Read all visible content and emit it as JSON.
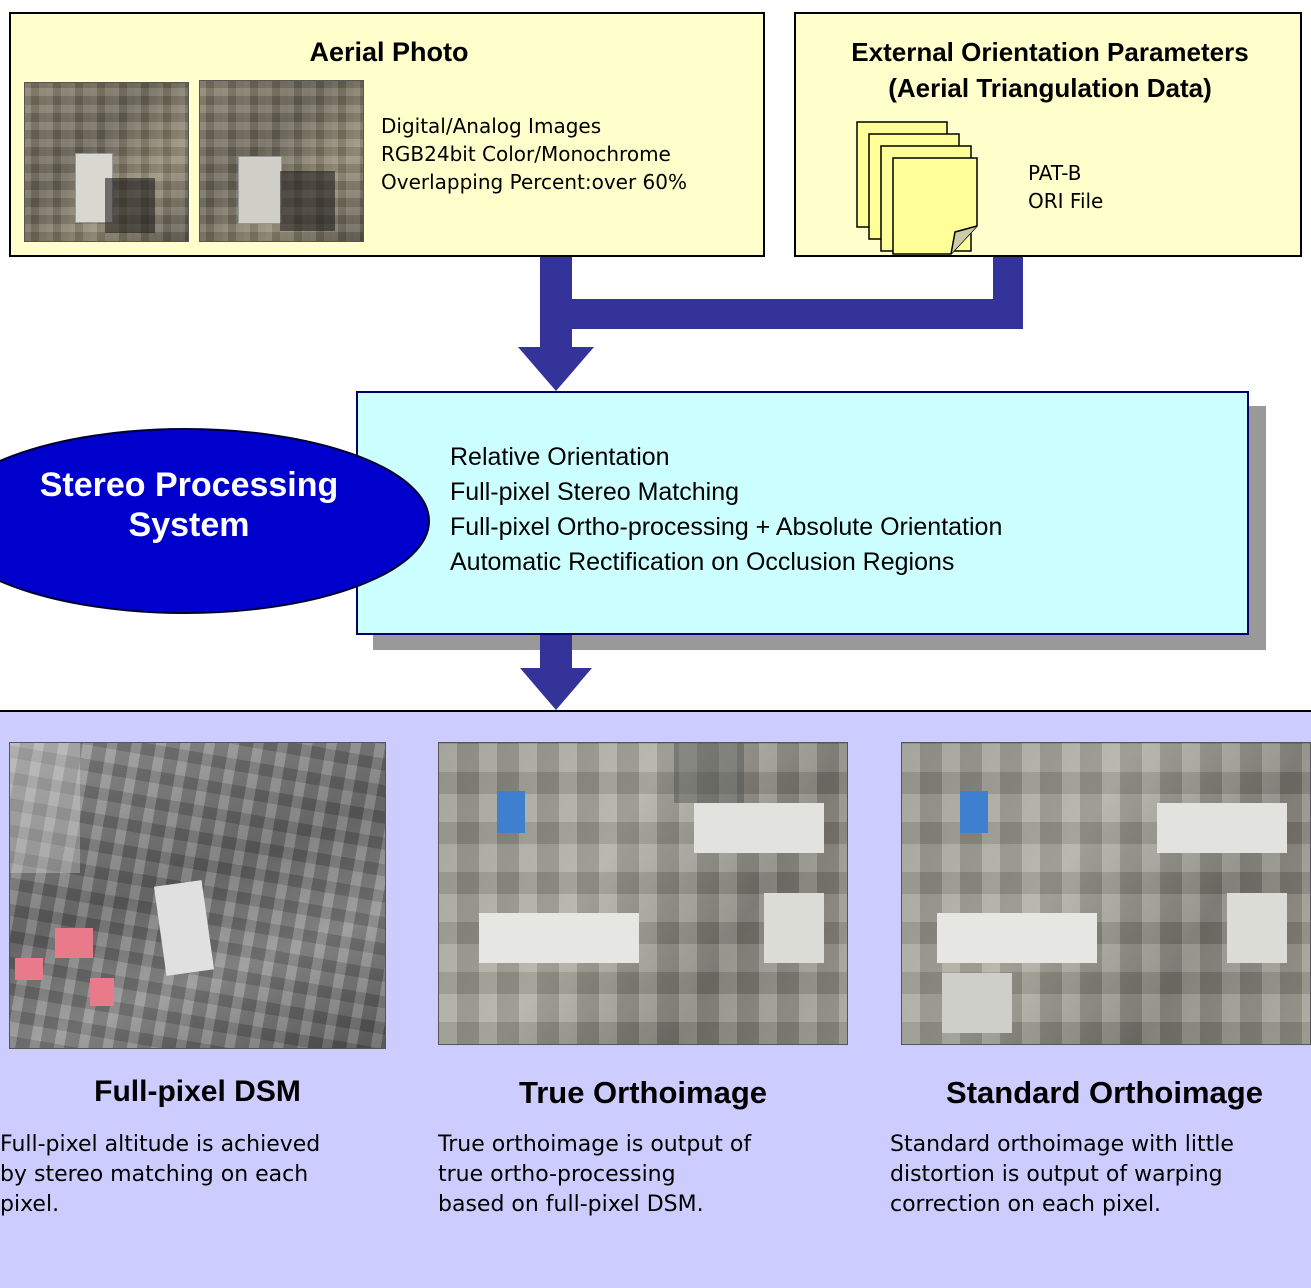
{
  "aerial": {
    "title": "Aerial Photo",
    "lines": [
      "Digital/Analog Images",
      "RGB24bit Color/Monochrome",
      "Overlapping Percent:over 60%"
    ]
  },
  "external": {
    "title_line1": "External Orientation Parameters",
    "title_line2": "(Aerial Triangulation Data)",
    "files": [
      "PAT-B",
      "ORI File"
    ]
  },
  "system": {
    "label_line1": "Stereo Processing",
    "label_line2": "System",
    "steps": [
      "Relative Orientation",
      "Full-pixel Stereo Matching",
      "Full-pixel Ortho-processing + Absolute Orientation",
      "Automatic Rectification on Occlusion Regions"
    ]
  },
  "outputs": [
    {
      "title": "Full-pixel DSM",
      "lines": [
        "Full-pixel altitude is achieved",
        "by stereo matching on each",
        "pixel."
      ]
    },
    {
      "title": "True Orthoimage",
      "lines": [
        "True orthoimage is output of",
        "true ortho-processing",
        "based on full-pixel DSM."
      ]
    },
    {
      "title": "Standard Orthoimage",
      "lines": [
        "Standard orthoimage with little",
        "distortion is output of warping",
        "correction on each pixel."
      ]
    }
  ],
  "colors": {
    "arrow": "#333399",
    "input_box": "#ffffcc",
    "process_box": "#ccffff",
    "ellipse": "#0000cc",
    "output_panel": "#ccccff"
  }
}
